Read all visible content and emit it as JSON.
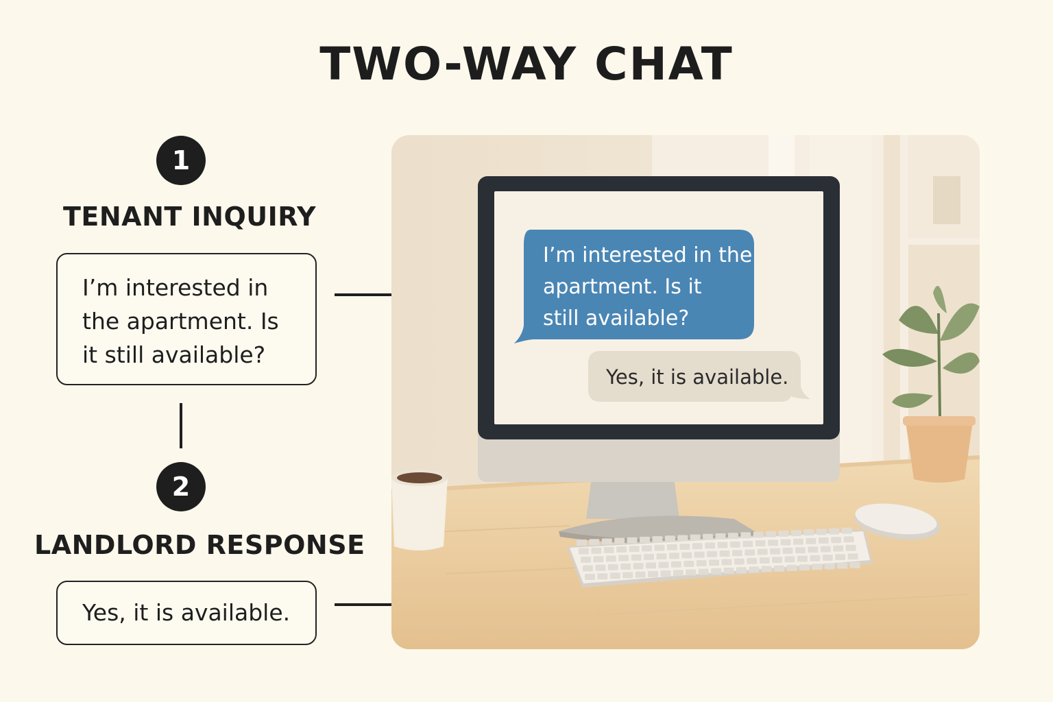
{
  "title": "TWO-WAY CHAT",
  "steps": [
    {
      "number": "1",
      "label": "TENANT INQUIRY",
      "message_lines": [
        "I’m interested in",
        "the apartment. Is",
        "it still available?"
      ]
    },
    {
      "number": "2",
      "label": "LANDLORD RESPONSE",
      "message_lines": [
        "Yes, it is available."
      ]
    }
  ],
  "screen": {
    "incoming_bubble_lines": [
      "I’m interested in the",
      "apartment. Is it",
      "still available?"
    ],
    "reply_bubble": "Yes, it is available."
  },
  "colors": {
    "background": "#fcf8ec",
    "incoming_bubble": "#4a86b4",
    "reply_bubble": "#e4dccd",
    "text_dark": "#1e1e1e"
  }
}
